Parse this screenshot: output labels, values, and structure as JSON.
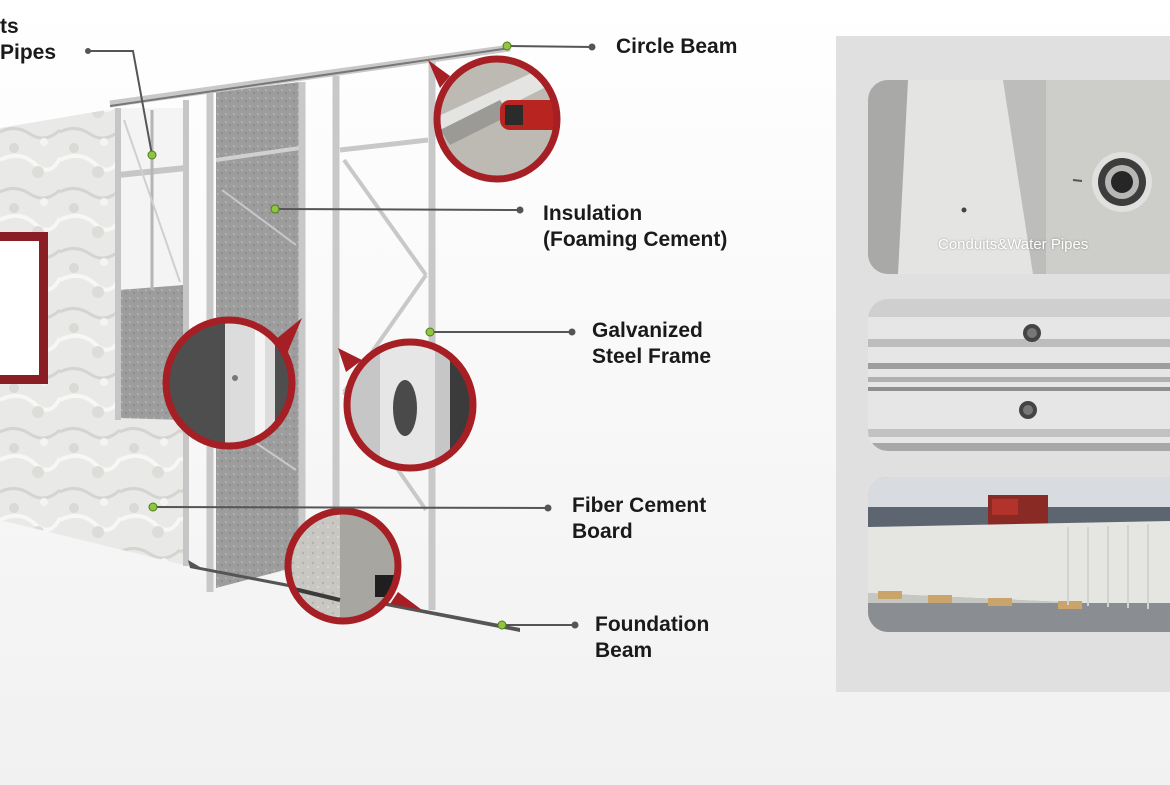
{
  "diagram": {
    "labels": {
      "conduits": [
        "ts",
        "Pipes"
      ],
      "circle_beam": [
        "Circle Beam"
      ],
      "insulation": [
        "Insulation",
        "(Foaming Cement)"
      ],
      "steel_frame": [
        "Galvanized",
        "Steel Frame"
      ],
      "fiber_board": [
        "Fiber Cement",
        "Board"
      ],
      "foundation": [
        "Foundation",
        "Beam"
      ]
    },
    "colors": {
      "callout_ring": "#a51f24",
      "leader_dot": "#8dc63f",
      "leader_line": "#555555",
      "frame": "#c8c8c8",
      "window_frame": "#8b1e24"
    }
  },
  "panel": {
    "photo_caption": "Conduits&Water Pipes"
  }
}
